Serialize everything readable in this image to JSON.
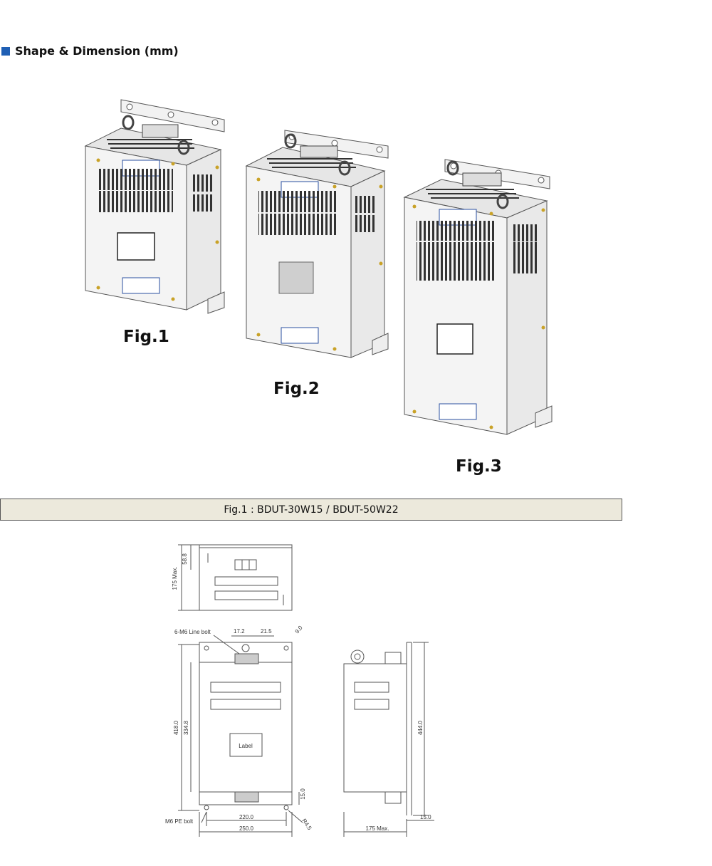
{
  "section": {
    "title": "Shape & Dimension (mm)"
  },
  "figures": {
    "fig1": "Fig.1",
    "fig2": "Fig.2",
    "fig3": "Fig.3"
  },
  "caption": "Fig.1 : BDUT-30W15 / BDUT-50W22",
  "drawing": {
    "label_box": "Label",
    "line_bolt": "6-M6 Line bolt",
    "pe_bolt": "M6 PE bolt",
    "dims": {
      "top_h1": "58.8",
      "top_h2": "175 Max.",
      "w_17_2": "17.2",
      "w_21_5": "21.5",
      "hole": "9.0",
      "h_418": "418.0",
      "h_334": "334.8",
      "h_15_front": "15.0",
      "w_220": "220.0",
      "w_250": "250.0",
      "r_4_5": "R4.5",
      "h_444": "444.0",
      "side_175": "175 Max.",
      "side_15": "15.0"
    }
  },
  "colors": {
    "marker": "#1f5fb4",
    "caption_bg": "#ece9dc"
  }
}
